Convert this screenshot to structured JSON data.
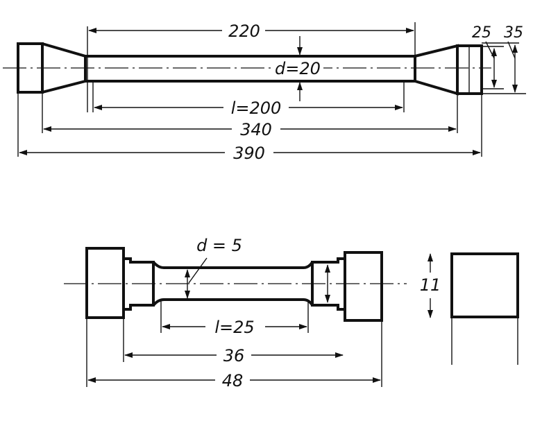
{
  "top_specimen": {
    "dim_gauge_length": "l=200",
    "dim_diameter": "d=20",
    "dim_220": "220",
    "dim_340": "340",
    "dim_390": "390",
    "dim_25": "25",
    "dim_35": "35"
  },
  "bottom_specimen": {
    "dim_diameter": "d = 5",
    "dim_gauge_length": "l=25",
    "dim_36": "36",
    "dim_48": "48",
    "dim_11": "11"
  }
}
